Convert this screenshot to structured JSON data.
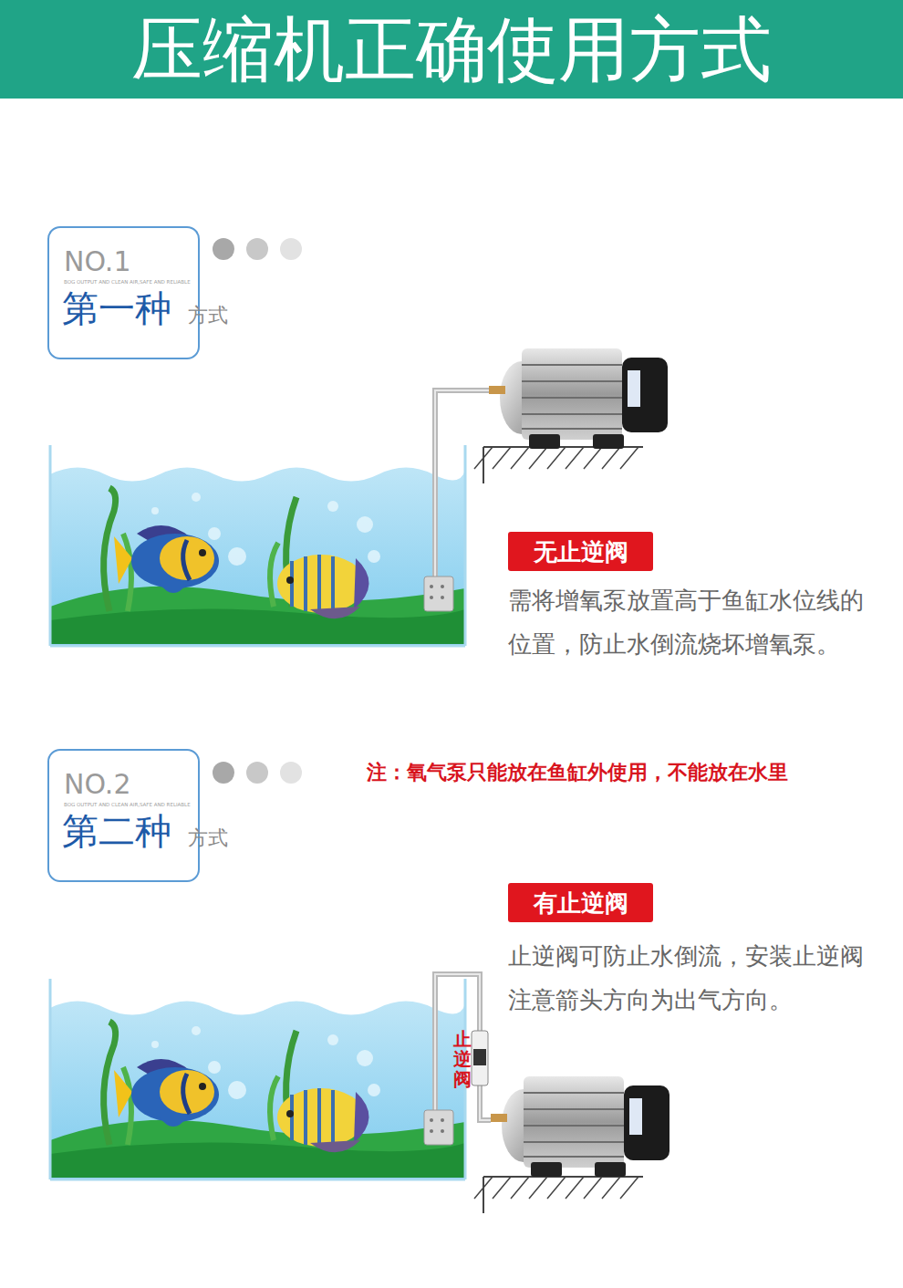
{
  "diagram": {
    "title": "压缩机正确使用方式",
    "nodes": [
      {
        "text": [
          "NO.1",
          "BOG OUTPUT AND CLEAN AIR,SAFE AND RELIABLE",
          "第一种"
        ]
      },
      {
        "text": [
          "无止逆阀"
        ]
      },
      {
        "text": [
          "NO.2",
          "BOG OUTPUT AND CLEAN AIR,SAFE AND RELIABLE",
          "第二种"
        ]
      },
      {
        "text": [
          "有止逆阀"
        ]
      }
    ],
    "labels": [
      "方式",
      "需将增氧泵放置高于鱼缸水位线的位置，防止水倒流烧坏增氧泵。",
      "方式",
      "注：氧气泵只能放在鱼缸外使用，不能放在水里",
      "止逆阀可防止水倒流，安装止逆阀注意箭头方向为出气方向。",
      "止逆阀"
    ]
  }
}
